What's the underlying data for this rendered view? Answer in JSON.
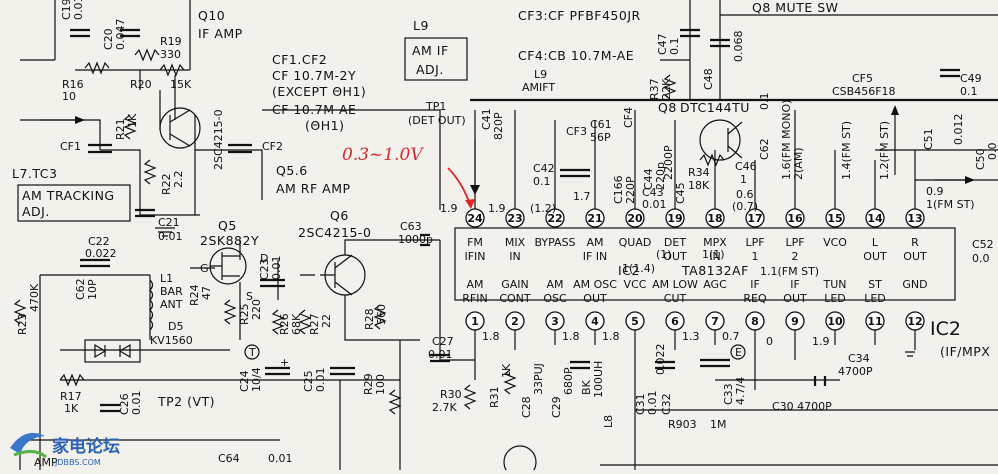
{
  "top": {
    "c19": "C19",
    "c19v": "0.01",
    "c20": "C20",
    "c20v": "0.047",
    "q10": "Q10",
    "q10_func": "IF AMP",
    "l9box_1": "AM IF",
    "l9box_2": "ADJ.",
    "l9": "L9",
    "cf3": "CF3:CF PFBF450JR",
    "cf4": "CF4:CB 10.7M-AE",
    "q8": "Q8 MUTE SW",
    "c47": "C47",
    "c47v": "0.1",
    "c48": "C48",
    "c48v": "0.068",
    "r37": "R37",
    "r37v": "22K",
    "c49": "C49",
    "c49v": "0.1"
  },
  "left": {
    "r19": "R19",
    "r19v": "330",
    "r20": "R20",
    "r20v": "15K",
    "r16": "R16",
    "r16v": "10",
    "r21": "R21",
    "r21v": "1K",
    "cf1": "CF1",
    "r22": "R22",
    "r22v": "2.2",
    "q10_part": "2SC4215-0",
    "cf2": "CF2",
    "l7": "L7.TC3",
    "amtrack_1": "AM TRACKING",
    "amtrack_2": "ADJ.",
    "c21": "C21",
    "c21v": "0.01"
  },
  "mid": {
    "cf12": "CF1.CF2",
    "cf12a": "CF 10.7M-2Y",
    "cf12b": "(EXCEPT ΘH1)",
    "cf12c": "CF 10.7M AE",
    "cf12d": "(ΘH1)",
    "q56": "Q5.6",
    "amrf": "AM RF AMP",
    "tp1": "TP1",
    "detout": "(DET OUT)",
    "l9amift": "L9",
    "amift": "AMIFT",
    "c41": "C41",
    "c41v": "820P",
    "cf3": "CF3",
    "c61": "C61",
    "c61v": "56P",
    "cf4": "CF4",
    "c44": "C44",
    "c44v": "220p",
    "c46": "C46",
    "c46v": "1",
    "q8": "Q8",
    "q8part": "DTC144TU",
    "c42": "C42",
    "c42v": "0.1",
    "c166": "C166",
    "c166v": "220P",
    "c43": "C43",
    "c43v": "0.01",
    "c45": "C45",
    "c45v": "2200P",
    "r34": "R34",
    "r34v": "18K",
    "c62": "C62",
    "c62v": "0.1",
    "v06": "0.6",
    "v07": "(0.7)"
  },
  "right": {
    "cf5": "CF5",
    "csb": "CSB456F18",
    "c51": "C51",
    "c51v": "0.012",
    "c50": "C50",
    "c50v": "0.0",
    "c52": "C52",
    "c52v": "0.0"
  },
  "ic": {
    "name": "IC2",
    "part": "TA8132AF",
    "side": "IC2",
    "side2": "(IF/MPX",
    "top_pins": [
      {
        "no": "24",
        "l1": "FM",
        "l2": "IFIN"
      },
      {
        "no": "23",
        "l1": "MIX",
        "l2": "IN"
      },
      {
        "no": "22",
        "l1": "BYPASS",
        "l2": ""
      },
      {
        "no": "21",
        "l1": "AM",
        "l2": "IF IN"
      },
      {
        "no": "20",
        "l1": "QUAD",
        "l2": ""
      },
      {
        "no": "19",
        "l1": "DET",
        "l2": "OUT"
      },
      {
        "no": "18",
        "l1": "MPX",
        "l2": "IN"
      },
      {
        "no": "17",
        "l1": "LPF",
        "l2": "1"
      },
      {
        "no": "16",
        "l1": "LPF",
        "l2": "2"
      },
      {
        "no": "15",
        "l1": "VCO",
        "l2": ""
      },
      {
        "no": "14",
        "l1": "L",
        "l2": "OUT"
      },
      {
        "no": "13",
        "l1": "R",
        "l2": "OUT"
      }
    ],
    "bottom_pins": [
      {
        "no": "1",
        "l1": "AM",
        "l2": "RFIN"
      },
      {
        "no": "2",
        "l1": "GAIN",
        "l2": "CONT"
      },
      {
        "no": "3",
        "l1": "AM",
        "l2": "OSC"
      },
      {
        "no": "4",
        "l1": "AM OSC",
        "l2": "OUT"
      },
      {
        "no": "5",
        "l1": "VCC",
        "l2": ""
      },
      {
        "no": "6",
        "l1": "AM LOW",
        "l2": "CUT"
      },
      {
        "no": "7",
        "l1": "AGC",
        "l2": ""
      },
      {
        "no": "8",
        "l1": "IF",
        "l2": "REQ"
      },
      {
        "no": "9",
        "l1": "IF",
        "l2": "OUT"
      },
      {
        "no": "10",
        "l1": "TUN",
        "l2": "LED"
      },
      {
        "no": "11",
        "l1": "ST",
        "l2": "LED"
      },
      {
        "no": "12",
        "l1": "GND",
        "l2": ""
      }
    ],
    "v24": "1.9",
    "v23": "1.9",
    "v22": "(1.2)",
    "v21": "1.7",
    "v20": "1(1.4)",
    "v19": "(1)",
    "v18": "1(1)",
    "v17": "1.1(FM ST)",
    "v16": "1.6(FM MONO)",
    "v16b": "2(AM)",
    "v15": "1.4(FM ST)",
    "v14": "1.2(FM ST)",
    "v13": "0.9",
    "v13b": "1(FM ST)",
    "vb1": "1.8",
    "vb3": "1.8",
    "vb4": "1.8",
    "vb6": "1.3",
    "vb7": "0.7",
    "vb8": "0",
    "vb9": "1.9"
  },
  "lower": {
    "q5": "Q5",
    "q5part": "2SK882Y",
    "q6": "Q6",
    "q6part": "2SC4215-0",
    "c63": "C63",
    "c63v": "1000p",
    "c22": "C22",
    "c22v": "0.022",
    "c62b": "C62",
    "c62bv": "10P",
    "r23": "R23",
    "r23v": "470K",
    "l1": "L1",
    "l1v": "BAR",
    "l1w": "ANT",
    "r24": "R24",
    "r24v": "47",
    "r25": "R25",
    "r25v": "220",
    "c23": "C23",
    "c23v": "0.01",
    "r26": "R26",
    "r26v": "68K",
    "r27": "R27",
    "r27v": "22",
    "r28": "R28",
    "r28v": "560",
    "d5": "D5",
    "d5part": "KV1560",
    "c24": "C24",
    "c24v": "10/4",
    "c25": "C25",
    "c25v": "0.01",
    "r29": "R29",
    "r29v": "100",
    "c27": "C27",
    "c27v": "0.01",
    "r30": "R30",
    "r30v": "2.7K",
    "r31": "R31",
    "r31v": "1K",
    "c28": "C28",
    "c28v": "33PUJ",
    "c29": "C29",
    "c29v": "680P",
    "bk": "BK",
    "l8": "L8",
    "l8v": "100UH",
    "c31": "C31",
    "c31v": "0.01",
    "c32": "C32",
    "c32v": "0.022",
    "c33": "C33",
    "c33v": "4.7/4",
    "r903": "R903",
    "r903v": "1M",
    "c30": "C30 4700P",
    "c34": "C34",
    "c34v": "4700P",
    "r17": "R17",
    "r17v": "1K",
    "c26": "C26",
    "c26v": "0.01",
    "tp2": "TP2 (VT)",
    "amp": "AMP",
    "c64": "C64",
    "c64v": "0.01",
    "t": "T",
    "e": "E",
    "g": "G",
    "d": "D",
    "s": "S",
    "plus": "+"
  },
  "annotation": "0.3~1.0V",
  "logo": {
    "main": "家电论坛",
    "sub": "JDBBS.COM"
  }
}
